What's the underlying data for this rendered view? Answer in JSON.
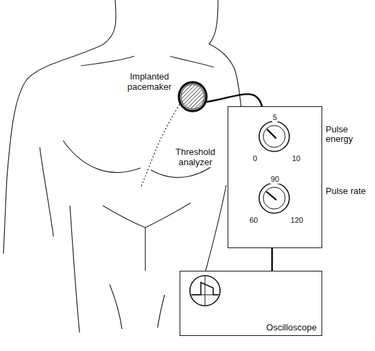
{
  "diagram": {
    "nodes": [
      {
        "text": [
          "Implanted pacemaker"
        ]
      },
      {
        "text": [
          "Threshold analyzer"
        ]
      },
      {
        "text": [
          "Oscilloscope"
        ]
      }
    ],
    "edges": [
      {
        "from": 0,
        "to": 1,
        "arrow": "none"
      },
      {
        "from": 1,
        "to": 2,
        "arrow": "none"
      }
    ],
    "labels": [
      "5",
      "0",
      "10",
      "Pulse energy",
      "90",
      "60",
      "120",
      "Pulse rate"
    ]
  }
}
